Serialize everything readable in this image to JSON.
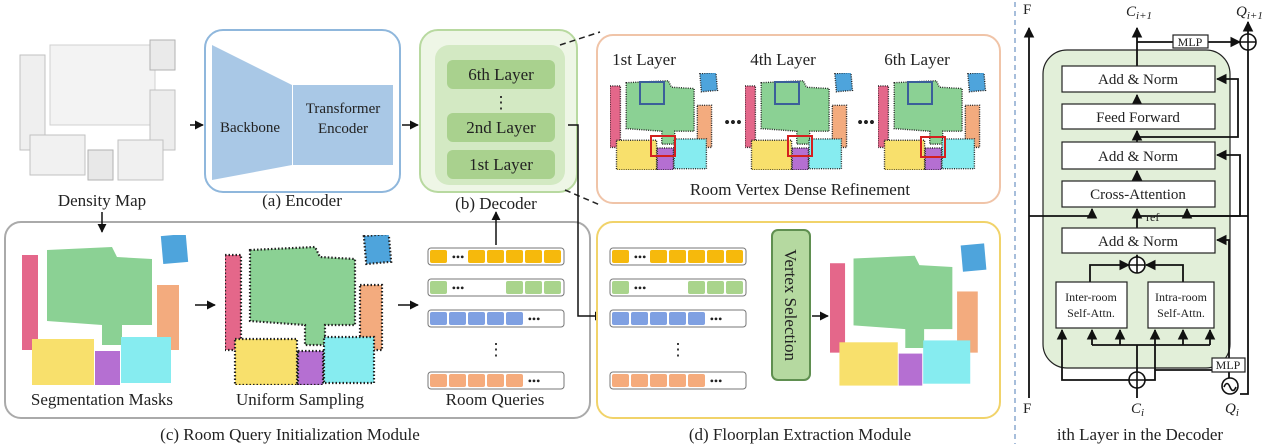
{
  "density_map": {
    "label": "Density Map"
  },
  "encoder": {
    "backbone": "Backbone",
    "transformer_line1": "Transformer",
    "transformer_line2": "Encoder",
    "caption": "(a) Encoder"
  },
  "decoder": {
    "layers": [
      "6th Layer",
      "2nd Layer",
      "1st Layer"
    ],
    "ellipsis": "⋮",
    "caption": "(b) Decoder"
  },
  "refinement": {
    "layer_labels": [
      "1st Layer",
      "4th Layer",
      "6th Layer"
    ],
    "dots": "•••",
    "caption": "Room Vertex Dense Refinement"
  },
  "query_init": {
    "seg_label": "Segmentation Masks",
    "sampling_label": "Uniform Sampling",
    "queries_label": "Room Queries",
    "caption": "(c) Room Query Initialization Module"
  },
  "extraction": {
    "vertex_selection": "Vertex Selection",
    "caption": "(d) Floorplan Extraction Module"
  },
  "decoder_layer": {
    "F_top": "F",
    "F_bottom": "F",
    "C_next": "C",
    "C_next_sub": "i+1",
    "Q_next": "Q",
    "Q_next_sub": "i+1",
    "C_cur": "C",
    "C_cur_sub": "i",
    "Q_cur": "Q",
    "Q_cur_sub": "i",
    "mlp_top": "MLP",
    "mlp_bottom": "MLP",
    "add_norm_3": "Add & Norm",
    "feed_forward": "Feed Forward",
    "add_norm_2": "Add & Norm",
    "cross_attention": "Cross-Attention",
    "ref": "ref",
    "add_norm_1": "Add & Norm",
    "inter_room_1": "Inter-room",
    "inter_room_2": "Self-Attn.",
    "intra_room_1": "Intra-room",
    "intra_room_2": "Self-Attn.",
    "caption": "ith Layer in the Decoder"
  },
  "colors": {
    "pink": "#e4678a",
    "green": "#8bd194",
    "blue": "#4ea4dc",
    "orange": "#f3ab7e",
    "yellow": "#f8e06c",
    "purple": "#b56fd2",
    "cyan": "#86ecf0",
    "query_orange": "#f6b90c",
    "query_green": "#a9d48c",
    "query_blue": "#7fa0e2",
    "query_peach": "#f5ab7c"
  }
}
